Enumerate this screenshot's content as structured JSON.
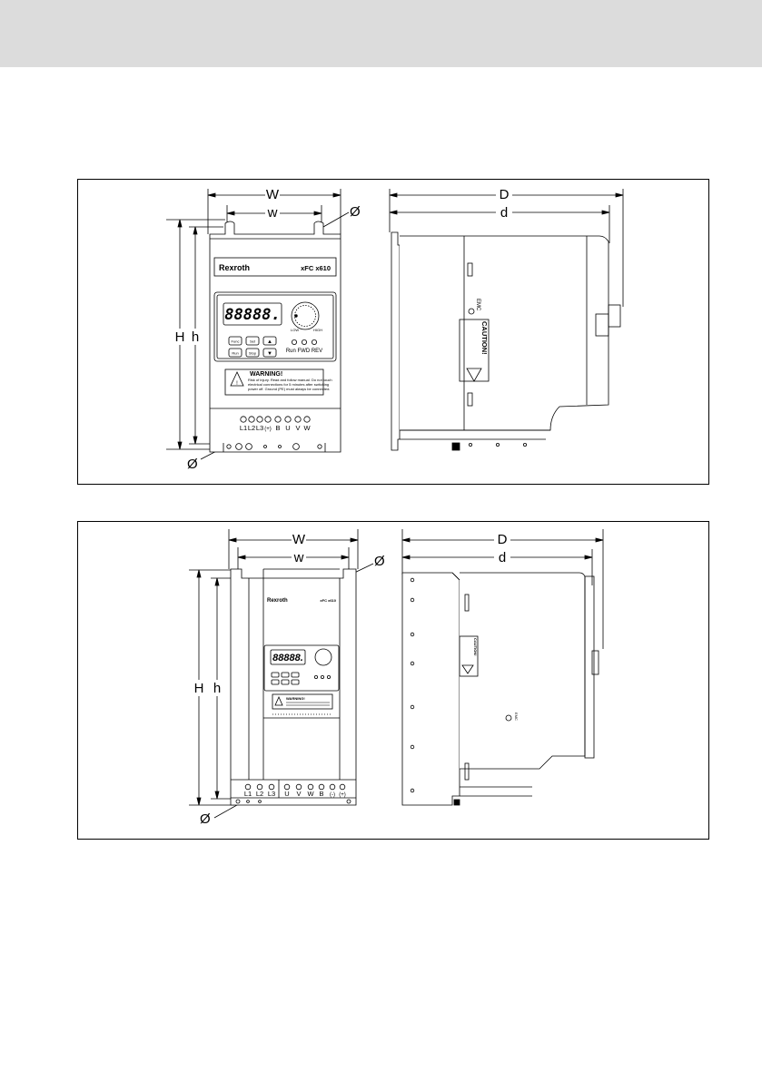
{
  "dimensions": {
    "W": "W",
    "w": "w",
    "H": "H",
    "h": "h",
    "D": "D",
    "d": "d",
    "diameter": "Ø"
  },
  "drive": {
    "brand": "Rexroth",
    "model": "xFC x610",
    "display": "88888.",
    "knob_low": "LOW",
    "knob_high": "HIGH",
    "keys": [
      "Func",
      "Set",
      "▲",
      "Run",
      "Stop",
      "▼"
    ],
    "indicators": "Run FWD REV",
    "warning_title": "WARNING!",
    "warning_lines": [
      "Risk of injury. Read and follow manual. Do not touch",
      "electrical connections for 5 minutes after switching",
      "power off. Ground (PE) must always be connected."
    ],
    "caution_title": "CAUTION!",
    "side_marking": "EMC",
    "terminals_small": [
      "L1",
      "L2",
      "L3",
      "(+)",
      "B",
      "U",
      "V",
      "W"
    ],
    "terminals_large_left": [
      "L1",
      "L2",
      "L3"
    ],
    "terminals_large_right": [
      "U",
      "V",
      "W",
      "B",
      "(-)",
      "(+)"
    ]
  }
}
